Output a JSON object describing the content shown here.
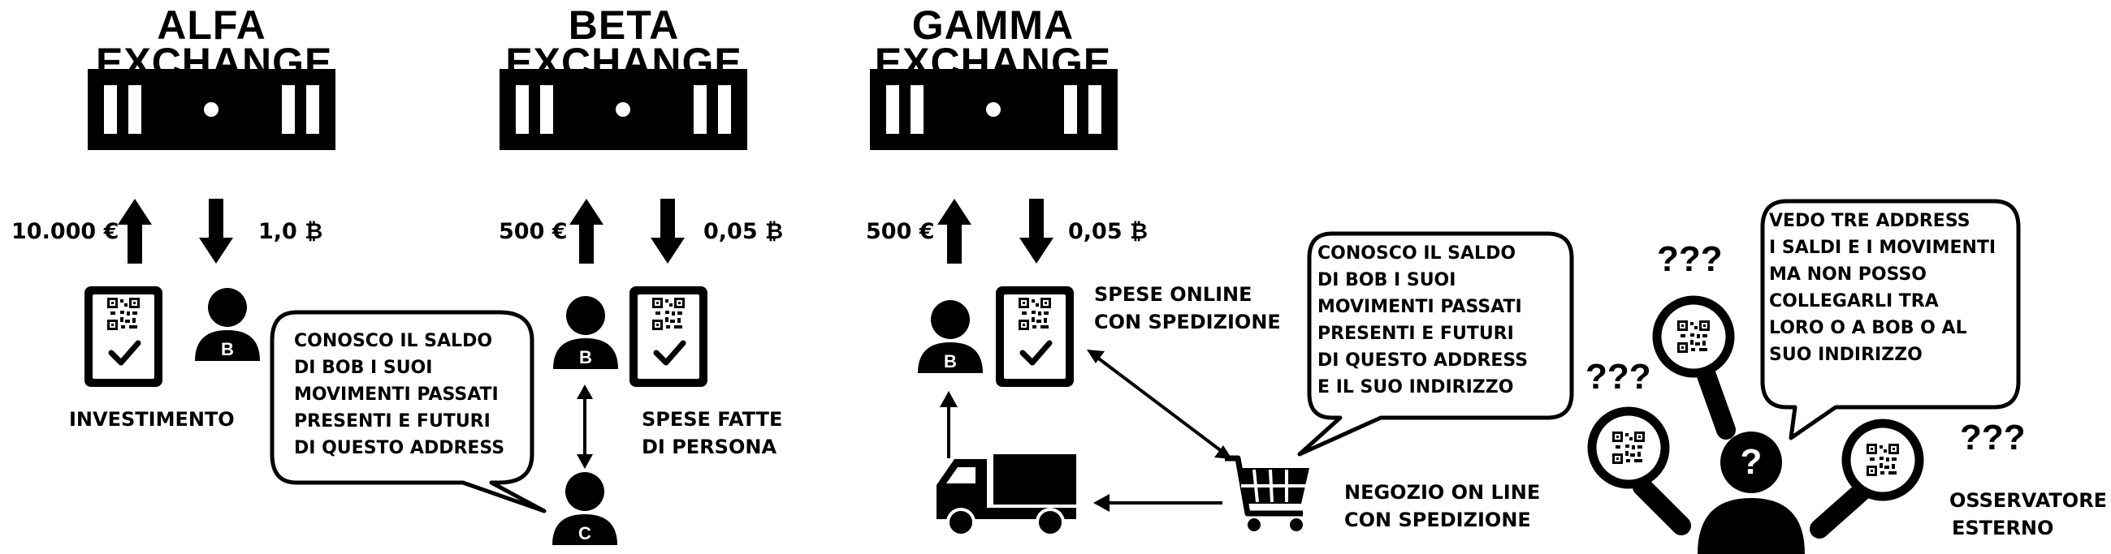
{
  "exchanges": [
    {
      "title_line1": "ALFA",
      "title_line2": "EXCHANGE",
      "amount_up": "10.000 €",
      "amount_down": "1,0 ₿"
    },
    {
      "title_line1": "BETA",
      "title_line2": "EXCHANGE",
      "amount_up": "500 €",
      "amount_down": "0,05 ₿"
    },
    {
      "title_line1": "GAMMA",
      "title_line2": "EXCHANGE",
      "amount_up": "500 €",
      "amount_down": "0,05 ₿"
    }
  ],
  "user_badges": {
    "bob": "B",
    "carlo": "C",
    "observer": "?"
  },
  "labels": {
    "investment": "INVESTIMENTO",
    "spese_persona_1": "SPESE FATTE",
    "spese_persona_2": "DI PERSONA",
    "spese_online_1": "SPESE ONLINE",
    "spese_online_2": "CON SPEDIZIONE",
    "negozio_1": "NEGOZIO ON LINE",
    "negozio_2": "CON SPEDIZIONE",
    "observer_1": "OSSERVATORE",
    "observer_2": "ESTERNO",
    "question_marks": "???"
  },
  "bubbles": {
    "carlo": [
      "CONOSCO IL SALDO",
      "DI  BOB  I SUOI",
      "MOVIMENTI PASSATI",
      "PRESENTI E FUTURI",
      "DI QUESTO  ADDRESS"
    ],
    "shop": [
      "CONOSCO IL SALDO",
      "DI  BOB  I SUOI",
      "MOVIMENTI PASSATI",
      "PRESENTI E FUTURI",
      "DI QUESTO  ADDRESS",
      "E IL SUO INDIRIZZO"
    ],
    "observer": [
      "VEDO TRE ADDRESS",
      "I SALDI E I MOVIMENTI",
      "MA NON POSSO",
      "COLLEGARLI TRA",
      "LORO O A BOB O AL",
      "SUO INDIRIZZO"
    ]
  },
  "icons": {
    "server": "server-icon",
    "phone_wallet": "phone-qr-wallet-icon",
    "person": "person-icon",
    "cart": "shopping-cart-icon",
    "truck": "delivery-truck-icon",
    "magnifier": "magnifier-qr-icon"
  },
  "colors": {
    "ink": "#000000",
    "paper": "#ffffff"
  }
}
